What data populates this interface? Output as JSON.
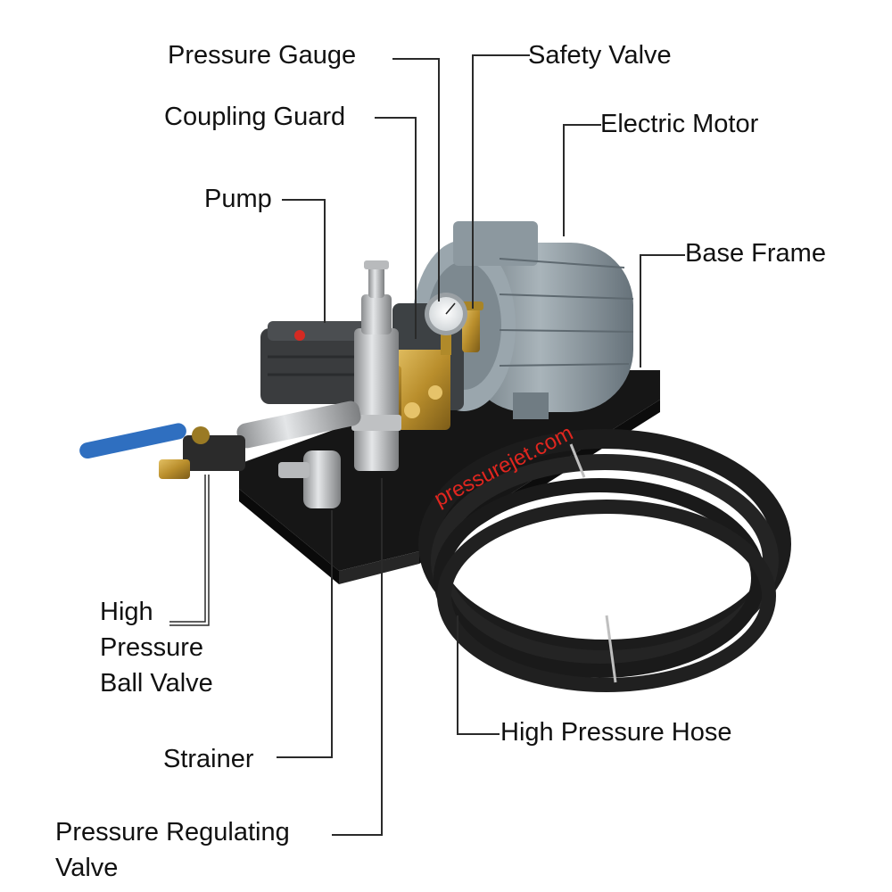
{
  "labels": {
    "pressure_gauge": "Pressure Gauge",
    "safety_valve": "Safety Valve",
    "coupling_guard": "Coupling Guard",
    "electric_motor": "Electric Motor",
    "pump": "Pump",
    "base_frame": "Base Frame",
    "ball_valve": [
      "High",
      "Pressure",
      "Ball Valve"
    ],
    "strainer": "Strainer",
    "high_pressure_hose": "High Pressure Hose",
    "regulating_valve": [
      "Pressure Regulating",
      "Valve"
    ]
  },
  "watermark": "pressurejet.com",
  "colors": {
    "motor": "#8d9aa1",
    "brass": "#c9a13a",
    "frame": "#161616",
    "hose": "#1c1c1c",
    "handle": "#2f6fc0",
    "watermark": "#e0261f"
  }
}
